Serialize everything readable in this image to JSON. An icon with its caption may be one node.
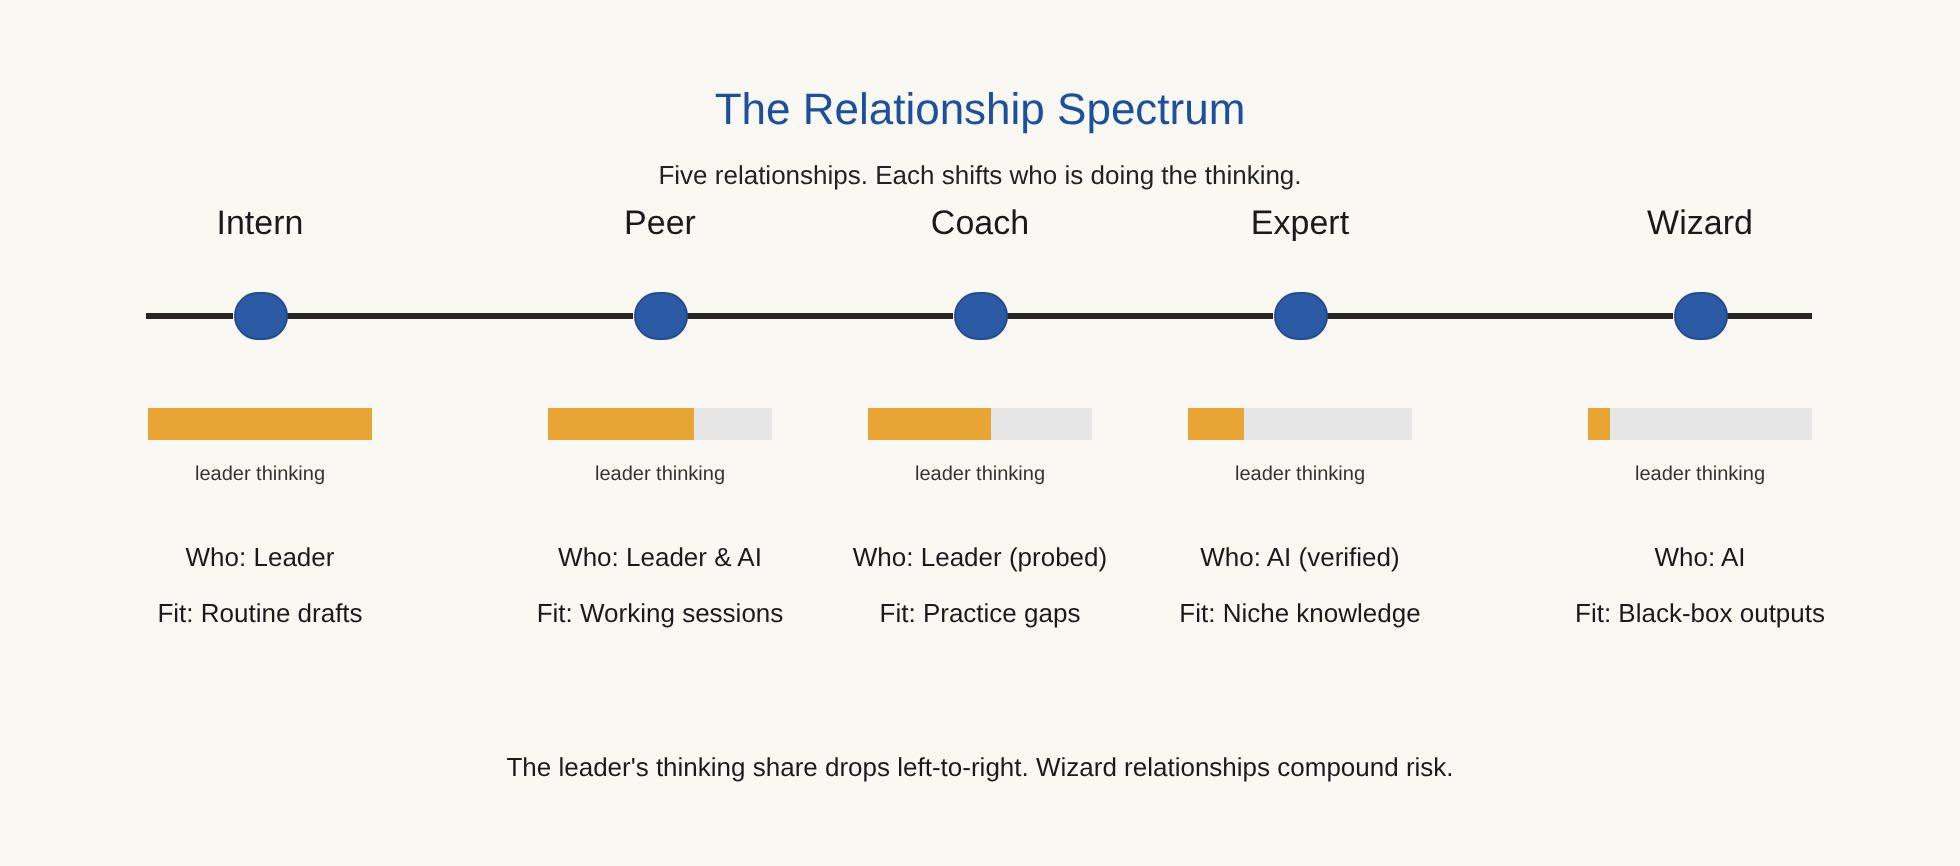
{
  "diagram": {
    "title": "The Relationship Spectrum",
    "caption": "The leader's thinking share drops left-to-right. Wizard relationships compound risk.",
    "nodes": [
      {
        "text": [
          "Intern"
        ]
      },
      {
        "text": [
          "Peer"
        ]
      },
      {
        "text": [
          "Coach"
        ]
      },
      {
        "text": [
          "Expert"
        ]
      },
      {
        "text": [
          "Wizard"
        ]
      },
      {
        "text": [],
        "shape": "bar",
        "beside": [
          "leader thinking"
        ]
      },
      {
        "text": [],
        "shape": "bar",
        "beside": [
          "leader thinking"
        ]
      },
      {
        "text": [],
        "shape": "bar",
        "beside": [
          "leader thinking"
        ]
      },
      {
        "text": [],
        "shape": "bar",
        "beside": [
          "leader thinking"
        ]
      },
      {
        "text": [],
        "shape": "bar",
        "beside": [
          "leader thinking"
        ]
      }
    ],
    "edges": [
      {
        "from": null,
        "to": 0,
        "arrow": "none"
      },
      {
        "from": 0,
        "to": 1,
        "arrow": "none"
      },
      {
        "from": 1,
        "to": 2,
        "arrow": "none"
      },
      {
        "from": 2,
        "to": 3,
        "arrow": "none"
      },
      {
        "from": 3,
        "to": 4,
        "arrow": "none"
      },
      {
        "from": 4,
        "to": null,
        "arrow": "none"
      }
    ],
    "labels": [
      "Five relationships. Each shifts who is doing the thinking.",
      "Who: Leader",
      "Who: Leader & AI",
      "Who: Leader (probed)",
      "Who: AI (verified)",
      "Who: AI",
      "Fit: Routine drafts",
      "Fit: Working sessions",
      "Fit: Practice gaps",
      "Fit: Niche knowledge",
      "Fit: Black-box outputs"
    ]
  }
}
